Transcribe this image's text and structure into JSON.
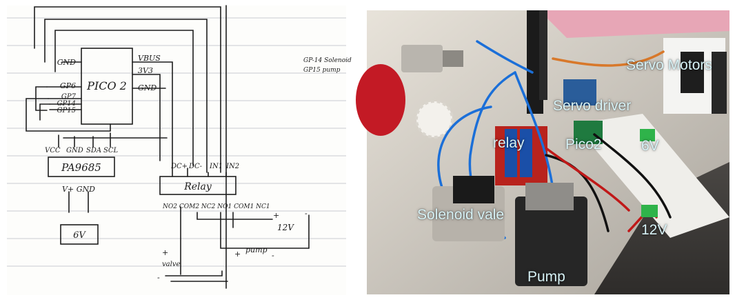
{
  "sketch": {
    "pico": "PICO 2",
    "pico_left_pins": [
      "GND",
      "GP6",
      "GP7",
      "GP14",
      "GP15"
    ],
    "pico_right_pins": [
      "VBUS",
      "3V3",
      "GND"
    ],
    "notes": [
      "GP-14 Solenoid",
      "GP15 pump"
    ],
    "driver": "PA9685",
    "driver_pins": [
      "VCC",
      "GND",
      "SDA",
      "SCL"
    ],
    "supply6_pins": "V+ GND",
    "supply6": "6V",
    "relay": "Relay",
    "relay_top_pins": [
      "DC+",
      "DC-",
      "IN1",
      "IN2"
    ],
    "relay_bottom_pins": "NO2 COM2 NC2  NO1 COM1 NC1",
    "supply12": "12V",
    "plus": "+",
    "minus": "-",
    "pump": "pump",
    "valve": "valve"
  },
  "photo_labels": {
    "servo_motors": "Servo Motors",
    "servo_driver": "Servo driver",
    "relay": "relay",
    "pico2": "Pico2",
    "v6": "6V",
    "solenoid": "Solenoid vale",
    "v12": "12V",
    "pump": "Pump"
  }
}
